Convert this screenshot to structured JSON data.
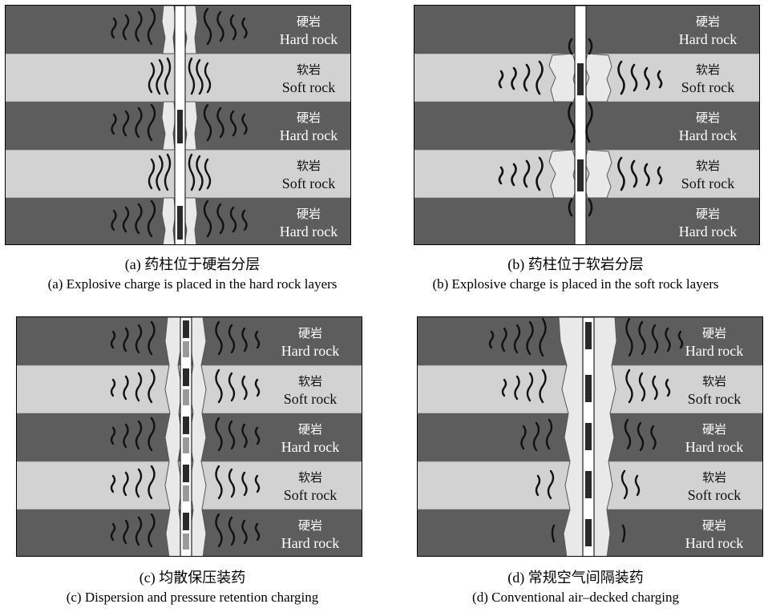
{
  "layer_labels": {
    "hard": {
      "cn": "硬岩",
      "en": "Hard rock"
    },
    "soft": {
      "cn": "软岩",
      "en": "Soft rock"
    }
  },
  "colors": {
    "hard_rock": "#5d5d5d",
    "soft_rock": "#d2d2d2",
    "charge_fill": "#e9e9e9",
    "explosive_block": "#4a4a4a",
    "crack": "#111111"
  },
  "panels": [
    {
      "id": "a",
      "caption_cn": "(a) 药柱位于硬岩分层",
      "caption_en": "(a) Explosive charge is placed in the hard rock layers",
      "layers": [
        "hard",
        "soft",
        "hard",
        "soft",
        "hard"
      ]
    },
    {
      "id": "b",
      "caption_cn": "(b) 药柱位于软岩分层",
      "caption_en": "(b) Explosive charge is placed in the soft rock layers",
      "layers": [
        "hard",
        "soft",
        "hard",
        "soft",
        "hard"
      ]
    },
    {
      "id": "c",
      "caption_cn": "(c) 均散保压装药",
      "caption_en": "(c) Dispersion and pressure retention charging",
      "layers": [
        "hard",
        "soft",
        "hard",
        "soft",
        "hard"
      ]
    },
    {
      "id": "d",
      "caption_cn": "(d) 常规空气间隔装药",
      "caption_en": "(d) Conventional air–decked charging",
      "layers": [
        "hard",
        "soft",
        "hard",
        "soft",
        "hard"
      ]
    }
  ]
}
